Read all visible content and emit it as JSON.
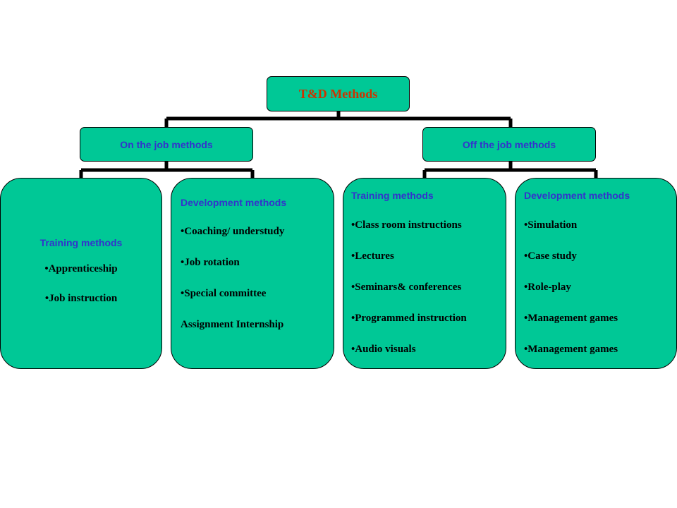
{
  "diagram": {
    "root": {
      "label": "T&D Methods"
    },
    "branches": [
      {
        "label": "On the job methods",
        "children": [
          {
            "title": "Training methods",
            "items": [
              "•Apprenticeship",
              "•Job instruction"
            ]
          },
          {
            "title": "Development methods",
            "items": [
              "•Coaching/ understudy",
              "•Job rotation",
              "•Special committee",
              "Assignment Internship"
            ]
          }
        ]
      },
      {
        "label": "Off the job methods",
        "children": [
          {
            "title": "Training methods",
            "items": [
              "•Class room instructions",
              "•Lectures",
              "•Seminars& conferences",
              "•Programmed instruction",
              "•Audio visuals"
            ]
          },
          {
            "title": "Development methods",
            "items": [
              "•Simulation",
              "•Case study",
              "•Role-play",
              "•Management games",
              "•Management games"
            ]
          }
        ]
      }
    ]
  },
  "colors": {
    "box_fill": "#00C896",
    "root_text": "#CC3300",
    "heading_text": "#3333CC",
    "item_text": "#000000",
    "connector": "#000000"
  }
}
